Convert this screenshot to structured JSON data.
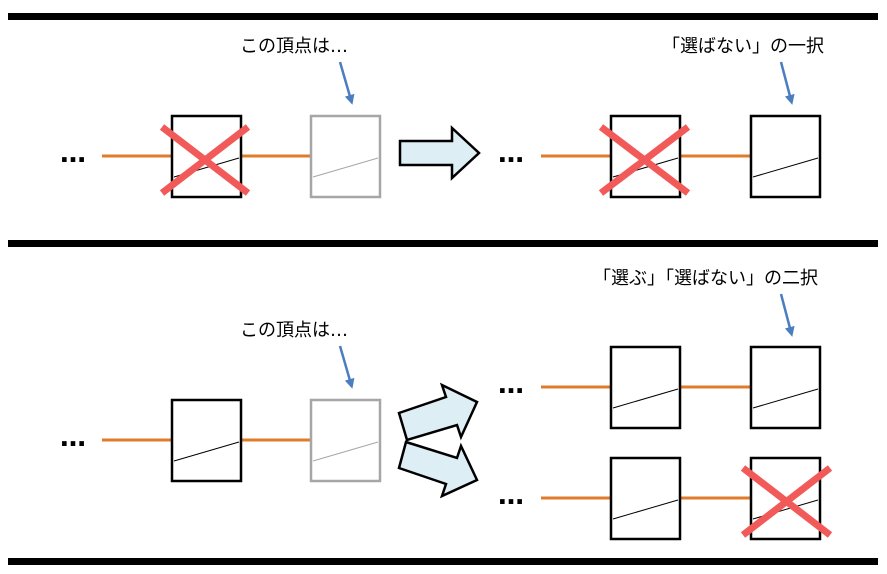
{
  "colors": {
    "divider": "#000000",
    "edge": "#e07b2a",
    "box_active": "#000000",
    "box_inactive": "#a6a6a6",
    "cross": "#f25a5a",
    "pointer": "#4a7ec1",
    "arrow_fill": "#ddeef5",
    "arrow_stroke": "#000000"
  },
  "top_panel": {
    "ellipsis": "…",
    "vertex_note": "この頂点は…",
    "result_note": "「選ばない」の一択"
  },
  "bottom_panel": {
    "ellipsis": "…",
    "vertex_note": "この頂点は…",
    "result_note": "「選ぶ」「選ばない」の二択"
  }
}
